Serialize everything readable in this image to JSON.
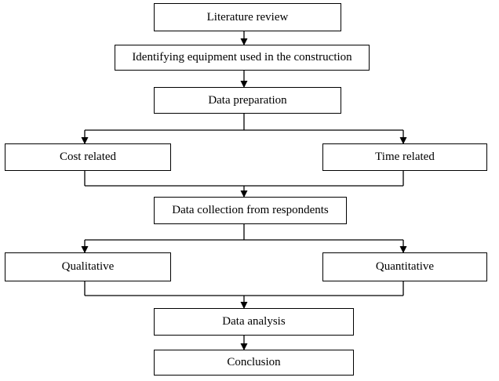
{
  "flowchart": {
    "literature_review": "Literature review",
    "identifying_equipment": "Identifying equipment used in the construction",
    "data_preparation": "Data preparation",
    "cost_related": "Cost related",
    "time_related": "Time related",
    "data_collection": "Data collection  from respondents",
    "qualitative": "Qualitative",
    "quantitative": "Quantitative",
    "data_analysis": "Data analysis",
    "conclusion": "Conclusion"
  }
}
